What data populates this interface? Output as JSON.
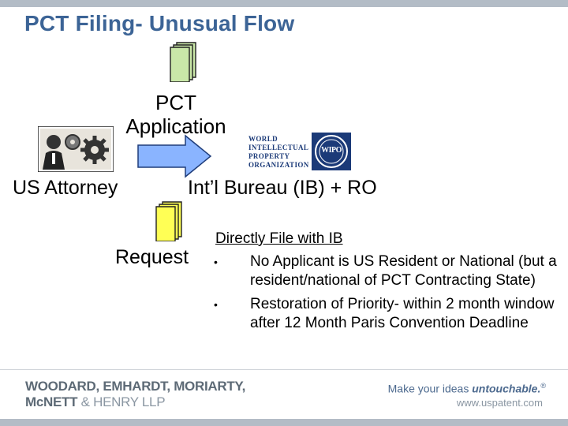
{
  "slide": {
    "title": "PCT Filing- Unusual Flow"
  },
  "nodes": {
    "pct_application": "PCT Application",
    "us_attorney": "US Attorney",
    "ib_ro": "Int’l Bureau (IB) + RO",
    "request": "Request"
  },
  "wipo_logo": {
    "lines": [
      "WORLD",
      "INTELLECTUAL",
      "PROPERTY",
      "ORGANIZATION"
    ],
    "emblem": "WIPO"
  },
  "direct_file": {
    "title": "Directly File with IB",
    "bullets": [
      "No Applicant is US Resident or National (but a resident/national of PCT Contracting State)",
      "Restoration of Priority- within 2 month window after 12 Month Paris Convention Deadline"
    ]
  },
  "footer": {
    "firm_line1": "WOODARD, EMHARDT, MORIARTY,",
    "firm_line2_a": "McNETT",
    "firm_line2_b": " & HENRY LLP",
    "tagline_a": "Make your ideas ",
    "tagline_b": "untouchable.",
    "tagline_mark": "®",
    "website": "www.uspatent.com"
  },
  "colors": {
    "title": "#3c6496",
    "arrow_fill": "#8ab4ff",
    "doc_green": "#c9e7a8",
    "doc_yellow": "#ffff55",
    "bars": "#b3bcc6"
  }
}
